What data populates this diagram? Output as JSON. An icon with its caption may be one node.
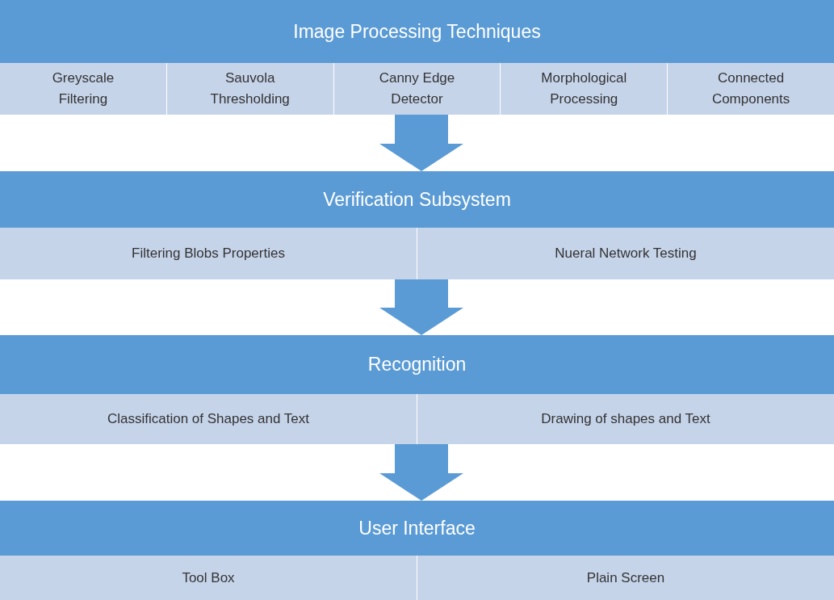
{
  "diagram": {
    "nodes": [
      {
        "text": [
          "Image Processing Techniques"
        ]
      },
      {
        "text": [
          "Greyscale Filtering"
        ],
        "in": 0
      },
      {
        "text": [
          "Sauvola Thresholding"
        ],
        "in": 0
      },
      {
        "text": [
          "Canny Edge Detector"
        ],
        "in": 0
      },
      {
        "text": [
          "Morphological Processing"
        ],
        "in": 0
      },
      {
        "text": [
          "Connected Components"
        ],
        "in": 0
      },
      {
        "text": [
          "Verification Subsystem"
        ]
      },
      {
        "text": [
          "Filtering Blobs Properties"
        ],
        "in": 6
      },
      {
        "text": [
          "Nueral Network Testing"
        ],
        "in": 6
      },
      {
        "text": [
          "Recognition"
        ]
      },
      {
        "text": [
          "Classification of Shapes and Text"
        ],
        "in": 9
      },
      {
        "text": [
          "Drawing of shapes and Text"
        ],
        "in": 9
      },
      {
        "text": [
          "User Interface"
        ]
      },
      {
        "text": [
          "Tool Box"
        ],
        "in": 12
      },
      {
        "text": [
          "Plain Screen"
        ],
        "in": 12
      }
    ],
    "edges": [
      {
        "from": 0,
        "to": 6,
        "arrow": "to"
      },
      {
        "from": 6,
        "to": 9,
        "arrow": "to"
      },
      {
        "from": 9,
        "to": 12,
        "arrow": "to"
      }
    ]
  }
}
